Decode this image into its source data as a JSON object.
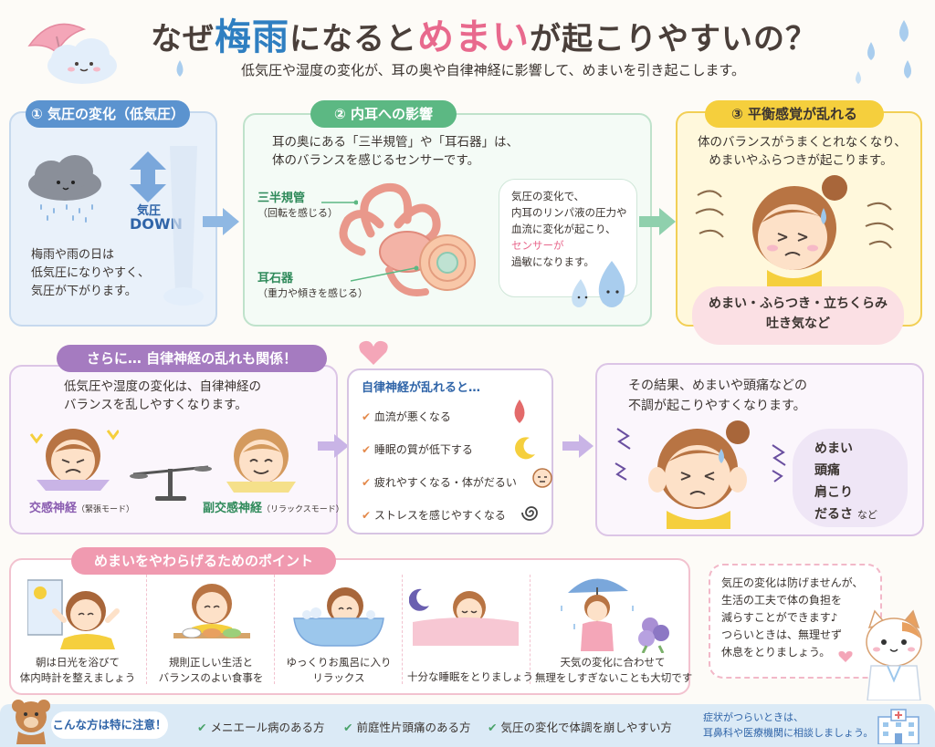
{
  "header": {
    "title_pre": "なぜ",
    "title_word1": "梅雨",
    "title_mid": "になると",
    "title_word2": "めまい",
    "title_post": "が起こりやすいの？",
    "subtitle": "低気圧や湿度の変化が、耳の奥や自律神経に影響して、めまいを引き起こします。"
  },
  "section1": {
    "label": "① 気圧の変化（低気圧）",
    "pressure_label": "気圧",
    "pressure_value": "DOWN",
    "body": [
      "梅雨や雨の日は",
      "低気圧になりやすく、",
      "気圧が下がります。"
    ]
  },
  "section2": {
    "label": "② 内耳への影響",
    "intro": [
      "耳の奥にある「三半規管」や「耳石器」は、",
      "体のバランスを感じるセンサーです。"
    ],
    "part1_name": "三半規管",
    "part1_desc": "（回転を感じる）",
    "part2_name": "耳石器",
    "part2_desc": "（重力や傾きを感じる）",
    "bubble": [
      "気圧の変化で、",
      "内耳のリンパ液の圧力や",
      "血流に変化が起こり、",
      "センサーが",
      "過敏になります。"
    ]
  },
  "section3": {
    "label": "③ 平衡感覚が乱れる",
    "intro": [
      "体のバランスがうまくとれなくなり、",
      "めまいやふらつきが起こります。"
    ],
    "symptoms_line1": "めまい・ふらつき・立ちくらみ",
    "symptoms_line2": "吐き気など"
  },
  "section4": {
    "label": "さらに… 自律神経の乱れも関係！",
    "intro": [
      "低気圧や湿度の変化は、自律神経の",
      "バランスを乱しやすくなります。"
    ],
    "sympathetic": "交感神経",
    "sympathetic_mode": "（緊張モード）",
    "parasympathetic": "副交感神経",
    "parasympathetic_mode": "（リラックスモード）"
  },
  "section5": {
    "title": "自律神経が乱れると…",
    "items": [
      "血流が悪くなる",
      "睡眠の質が低下する",
      "疲れやすくなる・体がだるい",
      "ストレスを感じやすくなる"
    ]
  },
  "section6": {
    "intro1": "その結果、めまいや頭痛などの",
    "intro2": "不調が起こりやすくなります。",
    "symptoms": [
      "めまい",
      "頭痛",
      "肩こり",
      "だるさ"
    ],
    "symptoms_suffix": "など"
  },
  "tips": {
    "label": "めまいをやわらげるためのポイント",
    "items": [
      {
        "line1": "朝は日光を浴びて",
        "line2": "体内時計を整えましょう"
      },
      {
        "line1": "規則正しい生活と",
        "line2": "バランスのよい食事を"
      },
      {
        "line1": "ゆっくりお風呂に入り",
        "line2": "リラックス"
      },
      {
        "line1": "十分な睡眠をとりましょう",
        "line2": ""
      },
      {
        "line1": "天気の変化に合わせて",
        "line2": "無理をしすぎないことも大切です"
      }
    ]
  },
  "note": {
    "lines": [
      "気圧の変化は防げませんが、",
      "生活の工夫で体の負担を",
      "減らすことができます♪",
      "つらいときは、無理せず",
      "休息をとりましょう。"
    ]
  },
  "bottom": {
    "caution": "こんな方は特に注意！",
    "checks": [
      "メニエール病のある方",
      "前庭性片頭痛のある方",
      "気圧の変化で体調を崩しやすい方"
    ],
    "advice_line1": "症状がつらいときは、",
    "advice_line2": "耳鼻科や医療機関に相談しましょう。"
  },
  "colors": {
    "accent_blue": "#2f7fc1",
    "accent_pink": "#e8698d",
    "section1": "#5b93cf",
    "section2": "#5cb883",
    "section3": "#f5cf3d",
    "section4": "#a57bc0",
    "tips": "#f09ab0"
  },
  "icons": [
    "umbrella-icon",
    "cloud-icon",
    "raindrop-icon",
    "inner-ear-illustration",
    "check-icon",
    "blood-drop-icon",
    "moon-icon",
    "spiral-icon",
    "cat-icon",
    "bear-icon",
    "hospital-icon",
    "heart-icon"
  ]
}
